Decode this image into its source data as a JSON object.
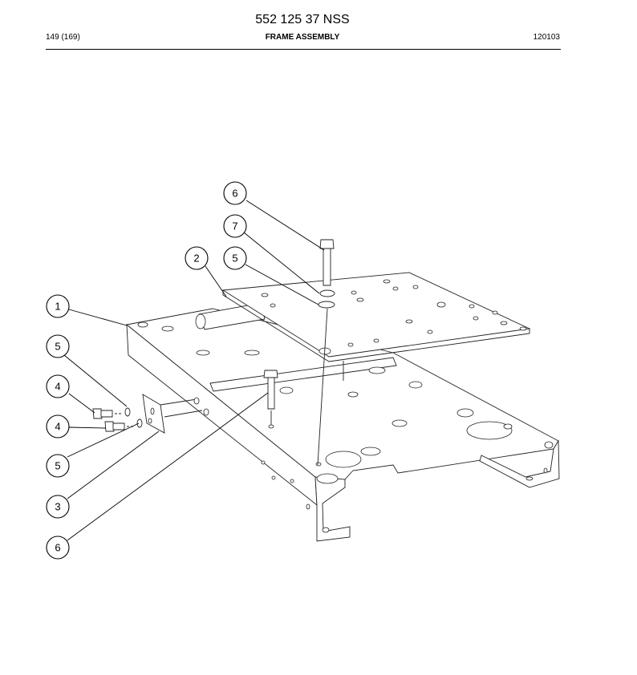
{
  "header": {
    "doc_number": "552 125 37 NSS",
    "page": "149 (169)",
    "title": "FRAME ASSEMBLY",
    "code": "120103"
  },
  "callouts": [
    {
      "id": "c6-top",
      "label": "6"
    },
    {
      "id": "c7",
      "label": "7"
    },
    {
      "id": "c2",
      "label": "2"
    },
    {
      "id": "c5-top",
      "label": "5"
    },
    {
      "id": "c1",
      "label": "1"
    },
    {
      "id": "c5-mid",
      "label": "5"
    },
    {
      "id": "c4-upper",
      "label": "4"
    },
    {
      "id": "c4-lower",
      "label": "4"
    },
    {
      "id": "c5-low",
      "label": "5"
    },
    {
      "id": "c3",
      "label": "3"
    },
    {
      "id": "c6-bottom",
      "label": "6"
    }
  ]
}
